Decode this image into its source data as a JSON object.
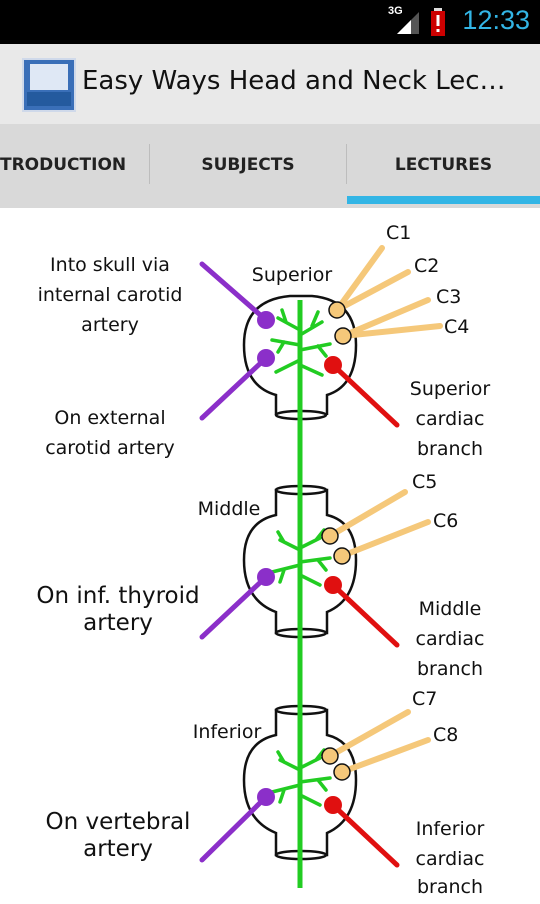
{
  "status_bar": {
    "time": "12:33",
    "network": "3G",
    "icons": [
      "signal-icon",
      "battery-alert-icon"
    ]
  },
  "action_bar": {
    "title": "Easy Ways Head and Neck Lec…",
    "icon": "app-icon"
  },
  "tabs": [
    {
      "label": "TRODUCTION",
      "selected": false
    },
    {
      "label": "SUBJECTS",
      "selected": false
    },
    {
      "label": "LECTURES",
      "selected": true
    }
  ],
  "diagram": {
    "ganglia": [
      {
        "name": "Superior",
        "left_labels": [
          [
            "Into skull via",
            "internal carotid",
            "artery"
          ],
          [
            "On external",
            "carotid artery"
          ]
        ],
        "nerves": [
          "C1",
          "C2",
          "C3",
          "C4"
        ],
        "branch": [
          "Superior",
          "cardiac",
          "branch"
        ]
      },
      {
        "name": "Middle",
        "left_labels": [
          [
            "On inf. thyroid",
            "artery"
          ]
        ],
        "nerves": [
          "C5",
          "C6"
        ],
        "branch": [
          "Middle",
          "cardiac",
          "branch"
        ]
      },
      {
        "name": "Inferior",
        "left_labels": [
          [
            "On vertebral",
            "artery"
          ]
        ],
        "nerves": [
          "C7",
          "C8"
        ],
        "branch": [
          "Inferior",
          "cardiac",
          "branch"
        ]
      }
    ],
    "colors": {
      "trunk": "#22cc22",
      "sympathetic_out": "#8b2fc9",
      "spinal_nerves": "#f5c87a",
      "cardiac": "#e01010"
    }
  }
}
